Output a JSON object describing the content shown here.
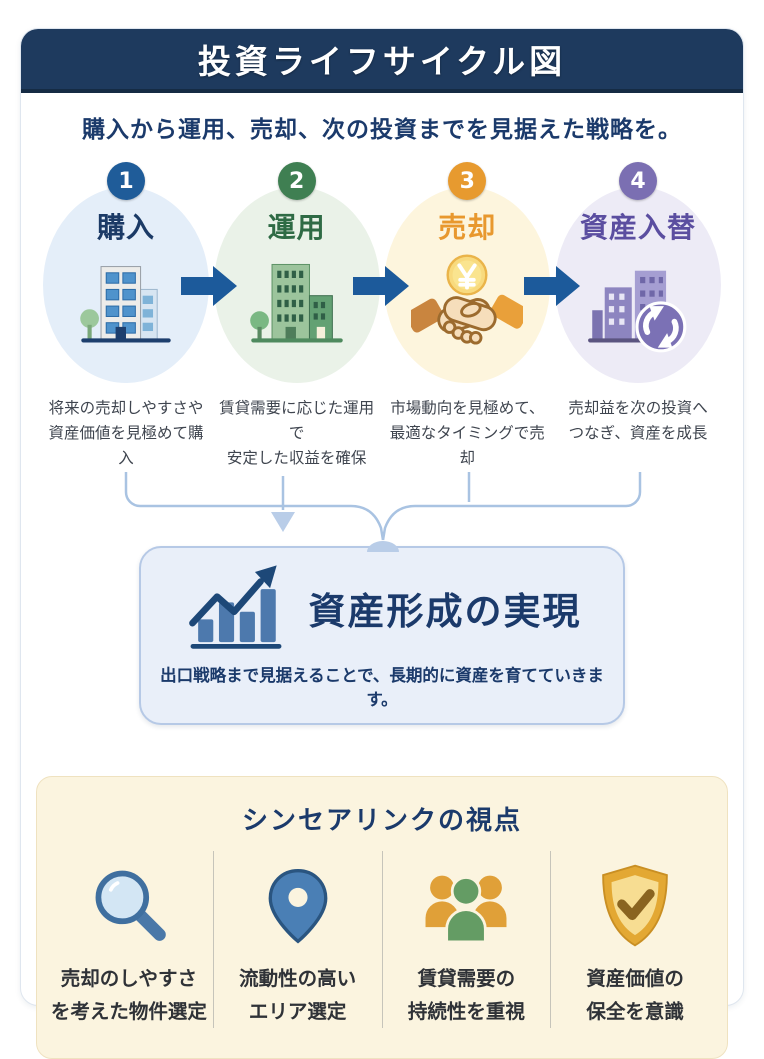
{
  "header": {
    "title": "投資ライフサイクル図"
  },
  "subtitle": "購入から運用、売却、次の投資までを見据えた戦略を。",
  "steps": [
    {
      "number": "1",
      "title": "購入",
      "desc1": "将来の売却しやすさや",
      "desc2": "資産価値を見極めて購入",
      "icon": "building-blue-icon",
      "badge_color": "#1f5c99",
      "oval_color": "#e4eef9",
      "title_color": "#1b3a66"
    },
    {
      "number": "2",
      "title": "運用",
      "desc1": "賃貸需要に応じた運用で",
      "desc2": "安定した収益を確保",
      "icon": "building-green-icon",
      "badge_color": "#3f7f52",
      "oval_color": "#eaf2e8",
      "title_color": "#2f6b45"
    },
    {
      "number": "3",
      "title": "売却",
      "desc1": "市場動向を見極めて、",
      "desc2": "最適なタイミングで売却",
      "icon": "handshake-yen-icon",
      "badge_color": "#e79a2f",
      "oval_color": "#fdf5dd",
      "title_color": "#e8982e"
    },
    {
      "number": "4",
      "title": "資産入替",
      "desc1": "売却益を次の投資へ",
      "desc2": "つなぎ、資産を成長",
      "icon": "building-cycle-icon",
      "badge_color": "#7b6fb2",
      "oval_color": "#edebf6",
      "title_color": "#5b4ea0"
    }
  ],
  "result": {
    "icon": "bar-chart-growth-icon",
    "title": "資産形成の実現",
    "subtitle": "出口戦略まで見据えることで、長期的に資産を育てていきます。"
  },
  "viewpoints": {
    "title": "シンセアリンクの視点",
    "items": [
      {
        "icon": "magnifier-icon",
        "line1": "売却のしやすさ",
        "line2": "を考えた物件選定"
      },
      {
        "icon": "map-pin-icon",
        "line1": "流動性の高い",
        "line2": "エリア選定"
      },
      {
        "icon": "people-icon",
        "line1": "賃貸需要の",
        "line2": "持続性を重視"
      },
      {
        "icon": "shield-check-icon",
        "line1": "資産価値の",
        "line2": "保全を意識"
      }
    ]
  },
  "colors": {
    "navy": "#1e3a5e",
    "navy_text": "#1b3a6b",
    "arrow_blue": "#1c5a9b",
    "connector": "#a9c3e2",
    "result_bg": "#e9eff9",
    "result_border": "#b6c9e6",
    "vp_bg": "#fbf4df",
    "vp_border": "#efe2c0",
    "desc_text": "#3f454f",
    "vp_text": "#2f3237"
  }
}
